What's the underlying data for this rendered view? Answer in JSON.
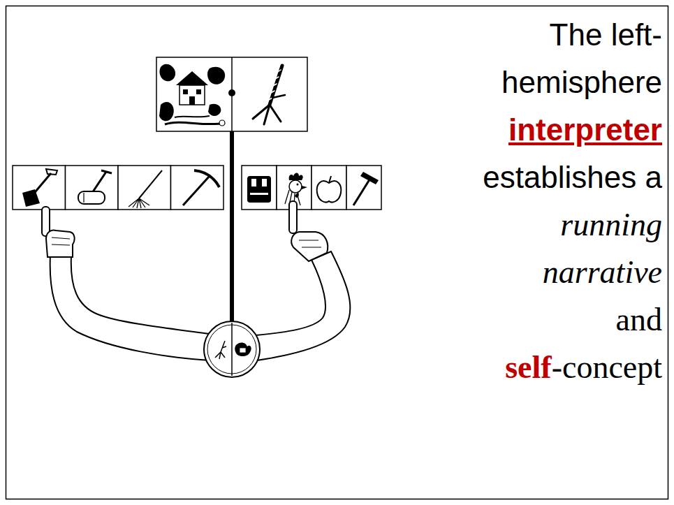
{
  "diagram": {
    "labels": [
      "The left-hemisphere",
      "interpreter",
      "establishes a",
      "running narrative",
      "and",
      "self",
      "-concept"
    ]
  }
}
